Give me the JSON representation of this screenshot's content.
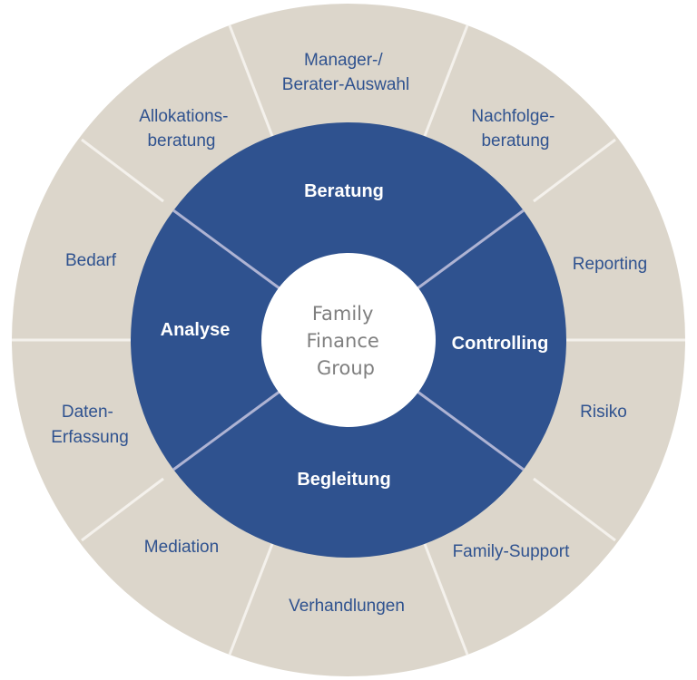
{
  "center": {
    "lines": [
      "Family",
      "Finance",
      "Group"
    ]
  },
  "inner_segments": [
    {
      "id": "beratung",
      "label": "Beratung"
    },
    {
      "id": "controlling",
      "label": "Controlling"
    },
    {
      "id": "begleitung",
      "label": "Begleitung"
    },
    {
      "id": "analyse",
      "label": "Analyse"
    }
  ],
  "outer_segments": [
    {
      "id": "manager",
      "lines": [
        "Manager-/",
        "Berater-Auswahl"
      ]
    },
    {
      "id": "nachfolge",
      "lines": [
        "Nachfolge-",
        "beratung"
      ]
    },
    {
      "id": "reporting",
      "lines": [
        "Reporting"
      ]
    },
    {
      "id": "risiko",
      "lines": [
        "Risiko"
      ]
    },
    {
      "id": "family-support",
      "lines": [
        "Family-Support"
      ]
    },
    {
      "id": "verhandlungen",
      "lines": [
        "Verhandlungen"
      ]
    },
    {
      "id": "mediation",
      "lines": [
        "Mediation"
      ]
    },
    {
      "id": "datenerfassung",
      "lines": [
        "Daten-",
        "Erfassung"
      ]
    },
    {
      "id": "bedarf",
      "lines": [
        "Bedarf"
      ]
    },
    {
      "id": "allokation",
      "lines": [
        "Allokations-",
        "beratung"
      ]
    }
  ],
  "colors": {
    "outer_ring": "#dcd6cb",
    "inner_ring": "#2f528f",
    "center": "#ffffff",
    "outer_divider": "#f4f1ec",
    "inner_divider": "#aeb3d3"
  }
}
